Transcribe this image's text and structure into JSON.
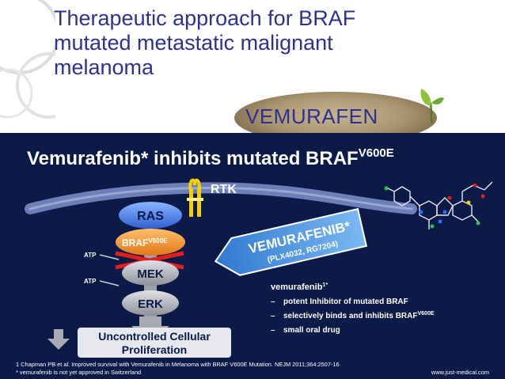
{
  "slide": {
    "title": "Therapeutic approach for BRAF mutated metastatic malignant melanoma",
    "badge": "VEMURAFEN",
    "badge_icon": "sprout-icon"
  },
  "diagram": {
    "heading_main": "Vemurafenib* inhibits mutated BRAF",
    "heading_sup": "V600E",
    "receptor": "RTK",
    "nodes": {
      "ras": "RAS",
      "braf": "BRAF",
      "braf_sup": "V600E",
      "mek": "MEK",
      "erk": "ERK"
    },
    "atp_1": "ATP",
    "atp_2": "ATP",
    "outcome_line1": "Uncontrolled Cellular",
    "outcome_line2": "Proliferation",
    "drug_name": "VEMURAFENIB*",
    "drug_codes": "(PLX4032, RG7204)",
    "info_title": "vemurafenib",
    "info_title_sup": "1*",
    "bullets": [
      {
        "text": "potent Inhibitor of mutated BRAF",
        "sup": ""
      },
      {
        "text": "selectively binds and inhibits BRAF",
        "sup": "V600E"
      },
      {
        "text": "small oral drug",
        "sup": ""
      }
    ],
    "footnote_1": "1 Chapman PB et al. Improved survival with Vemurafenib in Melanoma with BRAF V600E Mutation. NEJM 2011;364:2507-16",
    "footnote_2": "* vemurafenib is not yet approved in Switzerland",
    "website": "www.just-medical.com",
    "colors": {
      "title": "#2e3192",
      "panel_bg": "#0b1a47",
      "braf": "#f28c1e",
      "inhibition": "#e02020",
      "drug_arrow": "#3e88d8",
      "pathway_nodes": "#b9bcc4"
    }
  }
}
